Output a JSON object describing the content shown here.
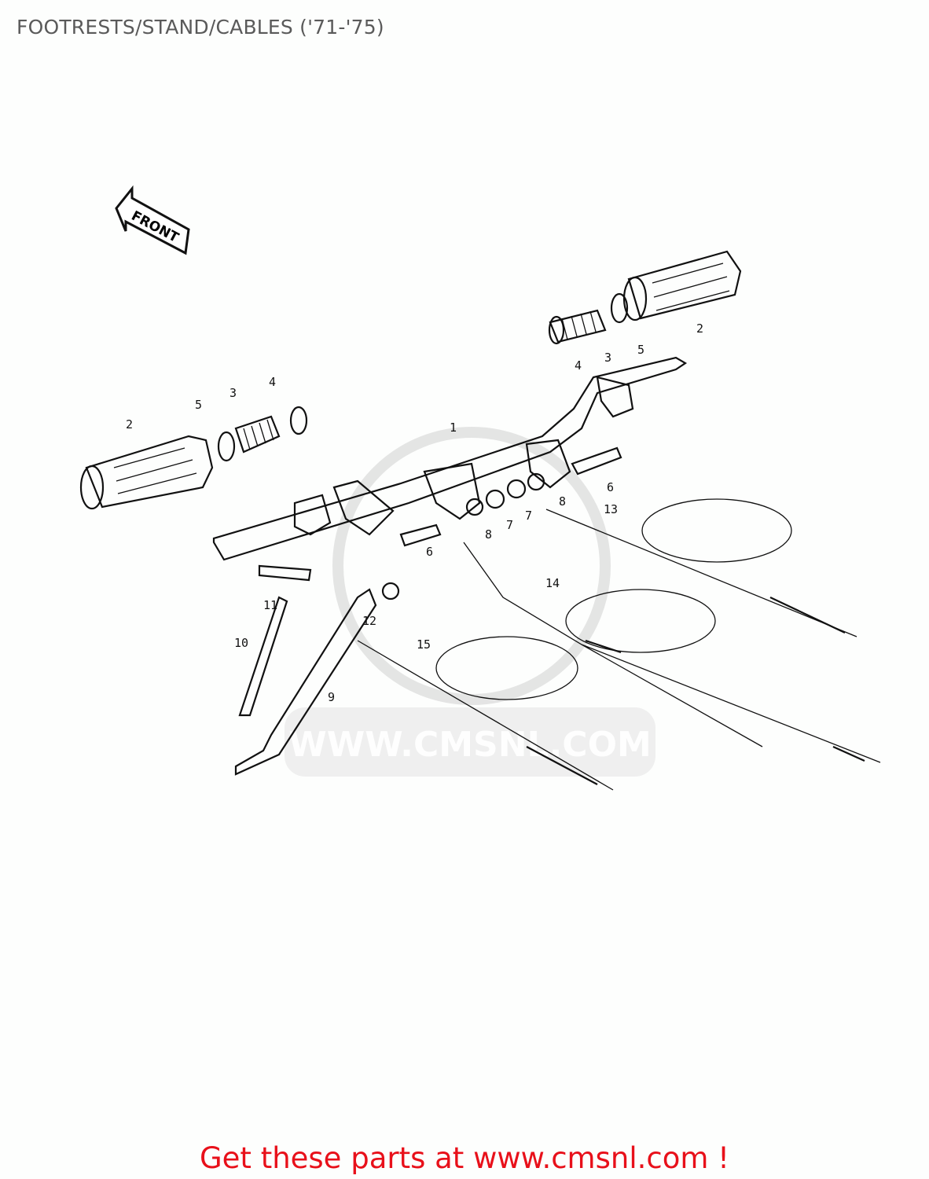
{
  "title": "FOOTRESTS/STAND/CABLES ('71-'75)",
  "front_arrow": "FRONT",
  "watermark": "WWW.CMSNL.COM",
  "callouts": [
    "1",
    "2",
    "5",
    "3",
    "4",
    "4",
    "3",
    "5",
    "2",
    "6",
    "8",
    "13",
    "7",
    "7",
    "8",
    "6",
    "14",
    "11",
    "12",
    "10",
    "15",
    "9"
  ],
  "footer": "Get these parts at www.cmsnl.com !",
  "colors": {
    "footer": "#e8101a",
    "title": "#5a5a5a",
    "watermark": "#d8d8d8"
  }
}
